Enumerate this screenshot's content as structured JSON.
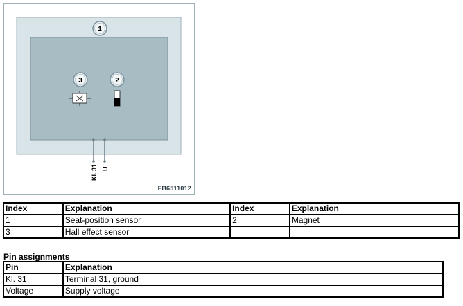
{
  "figure": {
    "callouts": {
      "housing": "1",
      "magnet": "2",
      "hall_sensor": "3"
    },
    "pin_labels": {
      "ground": "Kl. 31",
      "supply": "U"
    },
    "figure_code": "FB6511012"
  },
  "index_table": {
    "headers": [
      "Index",
      "Explanation",
      "Index",
      "Explanation"
    ],
    "rows": [
      [
        "1",
        "Seat-position sensor",
        "2",
        "Magnet"
      ],
      [
        "3",
        "Hall effect sensor",
        "",
        ""
      ]
    ]
  },
  "pin_section": {
    "title": "Pin assignments",
    "headers": [
      "Pin",
      "Explanation"
    ],
    "rows": [
      [
        "Kl. 31",
        "Terminal 31, ground"
      ],
      [
        "Voltage",
        "Supply voltage"
      ]
    ]
  },
  "colors": {
    "outer_housing": "#d8e4e8",
    "inner_board": "#a8bcc4",
    "callout_fill": "#e8eef0",
    "wire": "#6f7f88"
  }
}
